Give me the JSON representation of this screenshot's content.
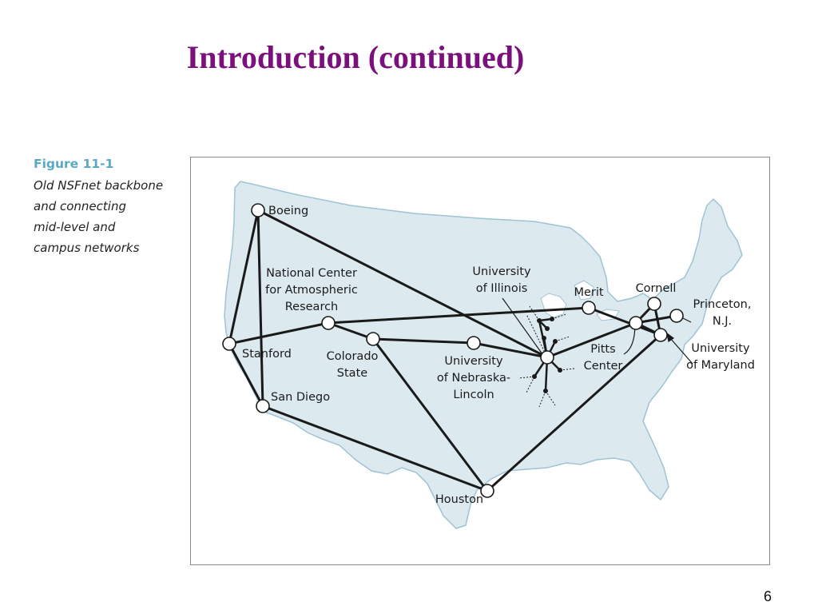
{
  "slide": {
    "title": "Introduction (continued)",
    "page_number": "6"
  },
  "figure": {
    "label": "Figure 11-1",
    "caption_lines": [
      "Old NSFnet backbone",
      "and connecting",
      "mid-level and",
      "campus networks"
    ]
  },
  "map": {
    "land_color": "#dceaf0",
    "coast_color": "#9fc3d2",
    "link_color": "#1a1a1a",
    "node_color": "#ffffff"
  },
  "nodes": [
    {
      "id": "boeing",
      "label_lines": [
        "Boeing"
      ]
    },
    {
      "id": "ncar",
      "label_lines": [
        "National Center",
        "for Atmospheric",
        "Research"
      ]
    },
    {
      "id": "stanford",
      "label_lines": [
        "Stanford"
      ]
    },
    {
      "id": "san-diego",
      "label_lines": [
        "San Diego"
      ]
    },
    {
      "id": "colorado-state",
      "label_lines": [
        "Colorado",
        "State"
      ]
    },
    {
      "id": "unl",
      "label_lines": [
        "University",
        "of Nebraska-",
        "Lincoln"
      ]
    },
    {
      "id": "illinois",
      "label_lines": [
        "University",
        "of Illinois"
      ]
    },
    {
      "id": "merit",
      "label_lines": [
        "Merit"
      ]
    },
    {
      "id": "cornell",
      "label_lines": [
        "Cornell"
      ]
    },
    {
      "id": "princeton",
      "label_lines": [
        "Princeton,",
        "N.J."
      ]
    },
    {
      "id": "pitts",
      "label_lines": [
        "Pitts",
        "Center"
      ]
    },
    {
      "id": "maryland",
      "label_lines": [
        "University",
        "of Maryland"
      ]
    },
    {
      "id": "houston",
      "label_lines": [
        "Houston"
      ]
    }
  ],
  "links": [
    [
      "boeing",
      "stanford"
    ],
    [
      "boeing",
      "san-diego"
    ],
    [
      "boeing",
      "illinois"
    ],
    [
      "stanford",
      "san-diego"
    ],
    [
      "stanford",
      "ncar"
    ],
    [
      "ncar",
      "merit"
    ],
    [
      "ncar",
      "colorado-state"
    ],
    [
      "colorado-state",
      "unl"
    ],
    [
      "colorado-state",
      "houston"
    ],
    [
      "unl",
      "illinois"
    ],
    [
      "san-diego",
      "houston"
    ],
    [
      "houston",
      "maryland"
    ],
    [
      "illinois",
      "pitts"
    ],
    [
      "pitts",
      "cornell"
    ],
    [
      "pitts",
      "princeton"
    ],
    [
      "cornell",
      "maryland"
    ],
    [
      "merit",
      "maryland"
    ],
    [
      "pitts",
      "maryland"
    ]
  ]
}
